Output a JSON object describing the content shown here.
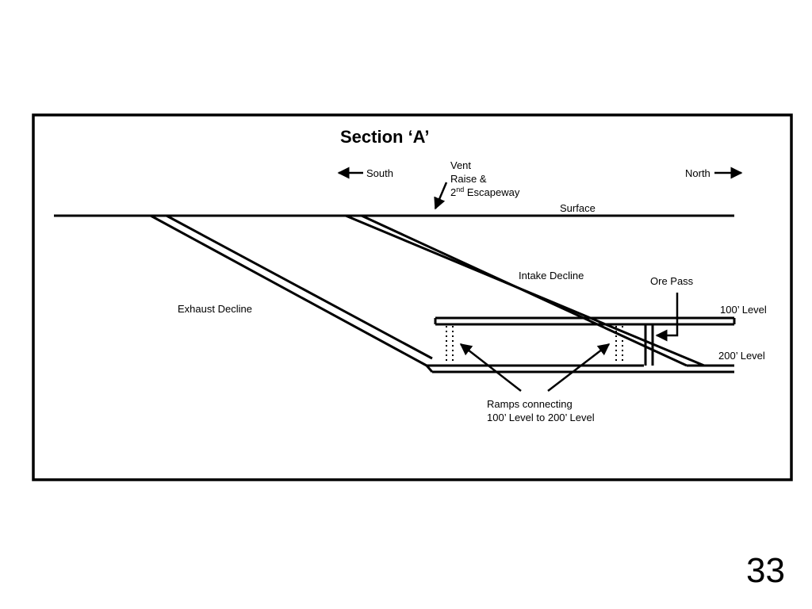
{
  "diagram": {
    "title": "Section ‘A’",
    "south": "South",
    "north": "North",
    "vent_raise": {
      "line1": "Vent",
      "line2": "Raise &",
      "line3_base": "2",
      "line3_sup": "nd",
      "line3_rest": " Escapeway"
    },
    "surface": "Surface",
    "intake_decline": "Intake Decline",
    "exhaust_decline": "Exhaust Decline",
    "ore_pass": "Ore Pass",
    "level_100": "100’ Level",
    "level_200": "200’ Level",
    "ramps": {
      "line1": "Ramps connecting",
      "line2": "100’ Level to 200’ Level"
    }
  },
  "page_number": "33"
}
